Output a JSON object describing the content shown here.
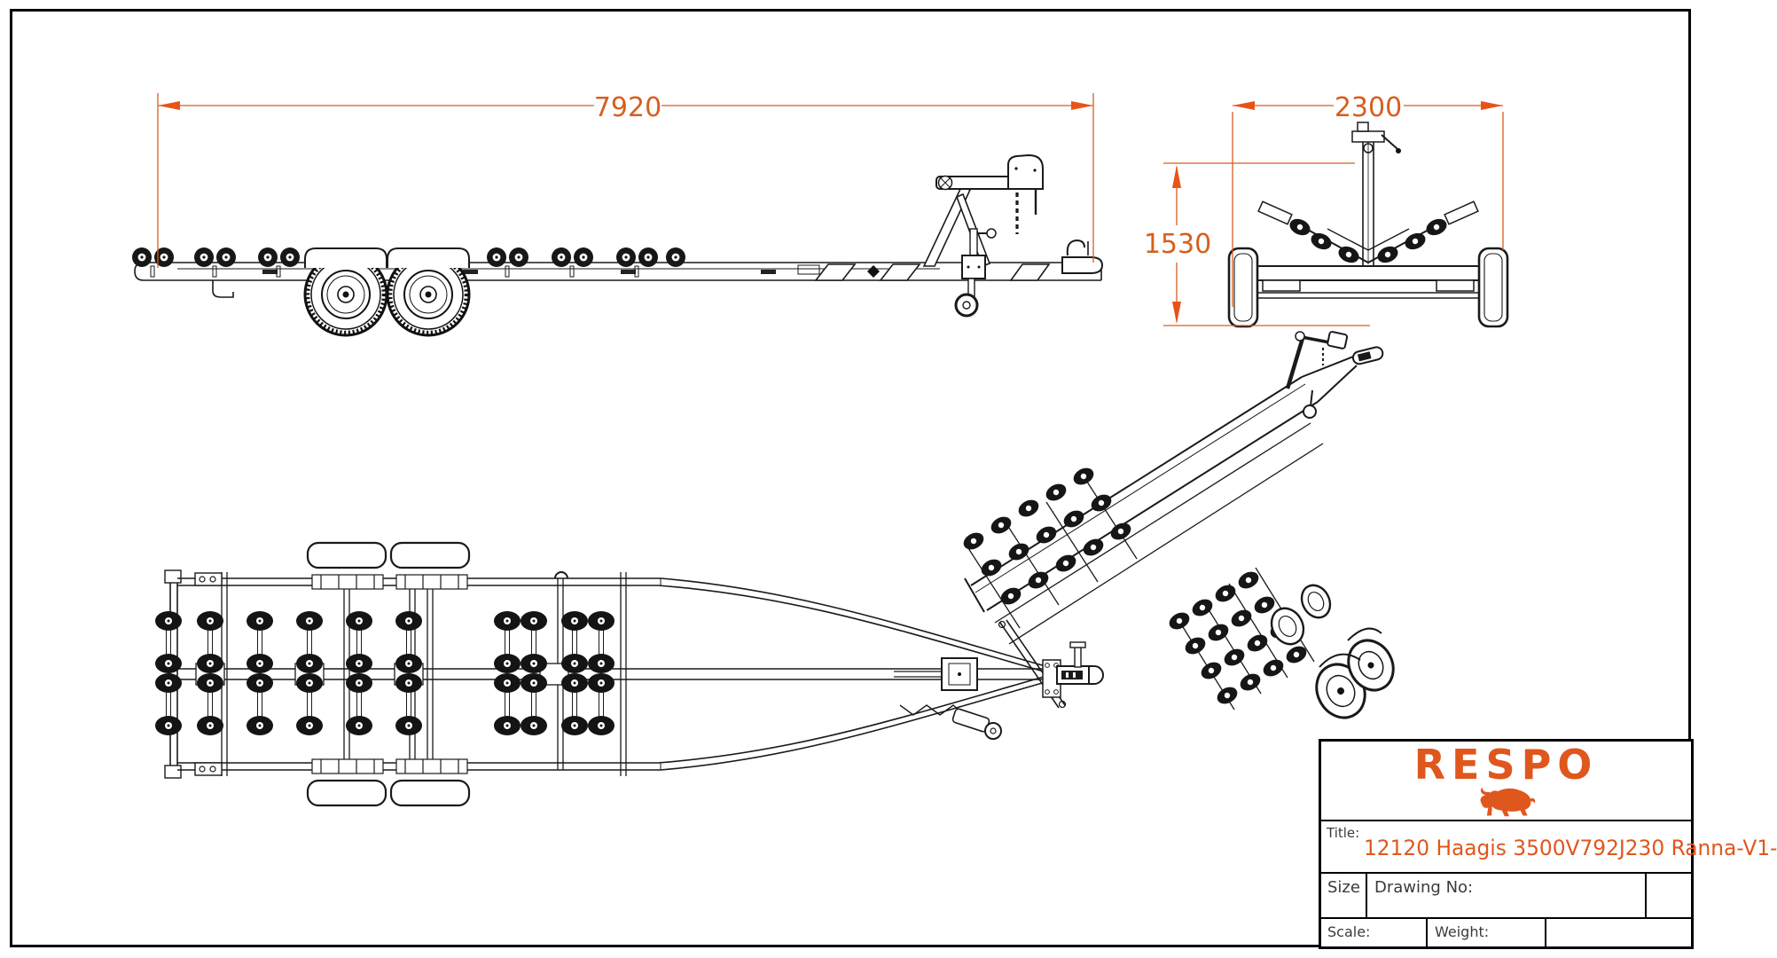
{
  "sheet": {
    "background": "#ffffff",
    "line_color": "#1a1a1a",
    "accent_color": "#e0571d"
  },
  "dimensions": {
    "overall_length": "7920",
    "overall_width": "2300",
    "overall_height": "1530"
  },
  "views": {
    "side_view": "side view of boat trailer",
    "rear_view": "rear view of boat trailer",
    "top_view": "top view of boat trailer",
    "isometric_view": "isometric view of boat trailer"
  },
  "icons": {
    "logo_icon": "bull-icon"
  },
  "title_block": {
    "logo_text": "RESPO",
    "title_label": "Title:",
    "title_value": "12120 Haagis 3500V792J230 Ranna-V1-",
    "size_label": "Size",
    "drawing_no_label": "Drawing No:",
    "scale_label": "Scale:",
    "weight_label": "Weight:"
  }
}
